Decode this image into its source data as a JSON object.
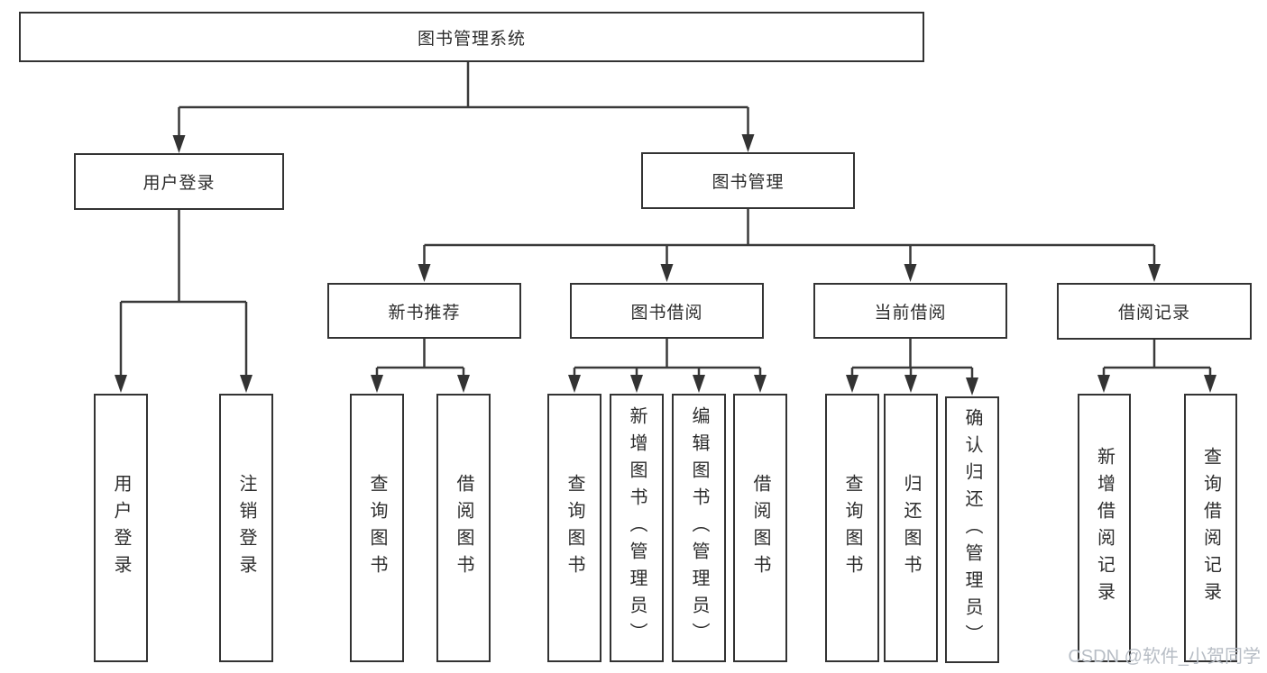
{
  "diagram": {
    "root": {
      "label": "图书管理系统"
    },
    "branches": [
      {
        "label": "用户登录",
        "children": [
          {
            "label": "用户登录"
          },
          {
            "label": "注销登录"
          }
        ]
      },
      {
        "label": "图书管理",
        "modules": [
          {
            "label": "新书推荐",
            "children": [
              {
                "label": "查询图书"
              },
              {
                "label": "借阅图书"
              }
            ]
          },
          {
            "label": "图书借阅",
            "children": [
              {
                "label": "查询图书"
              },
              {
                "label": "新增图书（管理员）"
              },
              {
                "label": "编辑图书（管理员）"
              },
              {
                "label": "借阅图书"
              }
            ]
          },
          {
            "label": "当前借阅",
            "children": [
              {
                "label": "查询图书"
              },
              {
                "label": "归还图书"
              },
              {
                "label": "确认归还（管理员）"
              }
            ]
          },
          {
            "label": "借阅记录",
            "children": [
              {
                "label": "新增借阅记录"
              },
              {
                "label": "查询借阅记录"
              }
            ]
          }
        ]
      }
    ],
    "watermark": "CSDN @软件_小贺同学"
  },
  "colors": {
    "line": "#3a3a3a",
    "box_border": "#333333",
    "text": "#2d2d2d",
    "watermark": "#b7bdc5",
    "background": "#ffffff"
  }
}
